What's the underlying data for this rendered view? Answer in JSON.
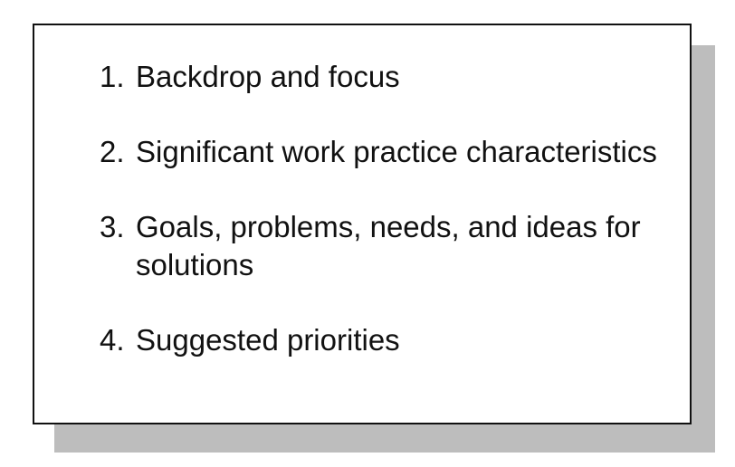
{
  "items": [
    {
      "number": "1.",
      "text": "Backdrop and focus"
    },
    {
      "number": "2.",
      "text": "Significant work practice characteristics"
    },
    {
      "number": "3.",
      "text": "Goals, problems, needs, and ideas for solutions"
    },
    {
      "number": "4.",
      "text": "Suggested priorities"
    }
  ]
}
